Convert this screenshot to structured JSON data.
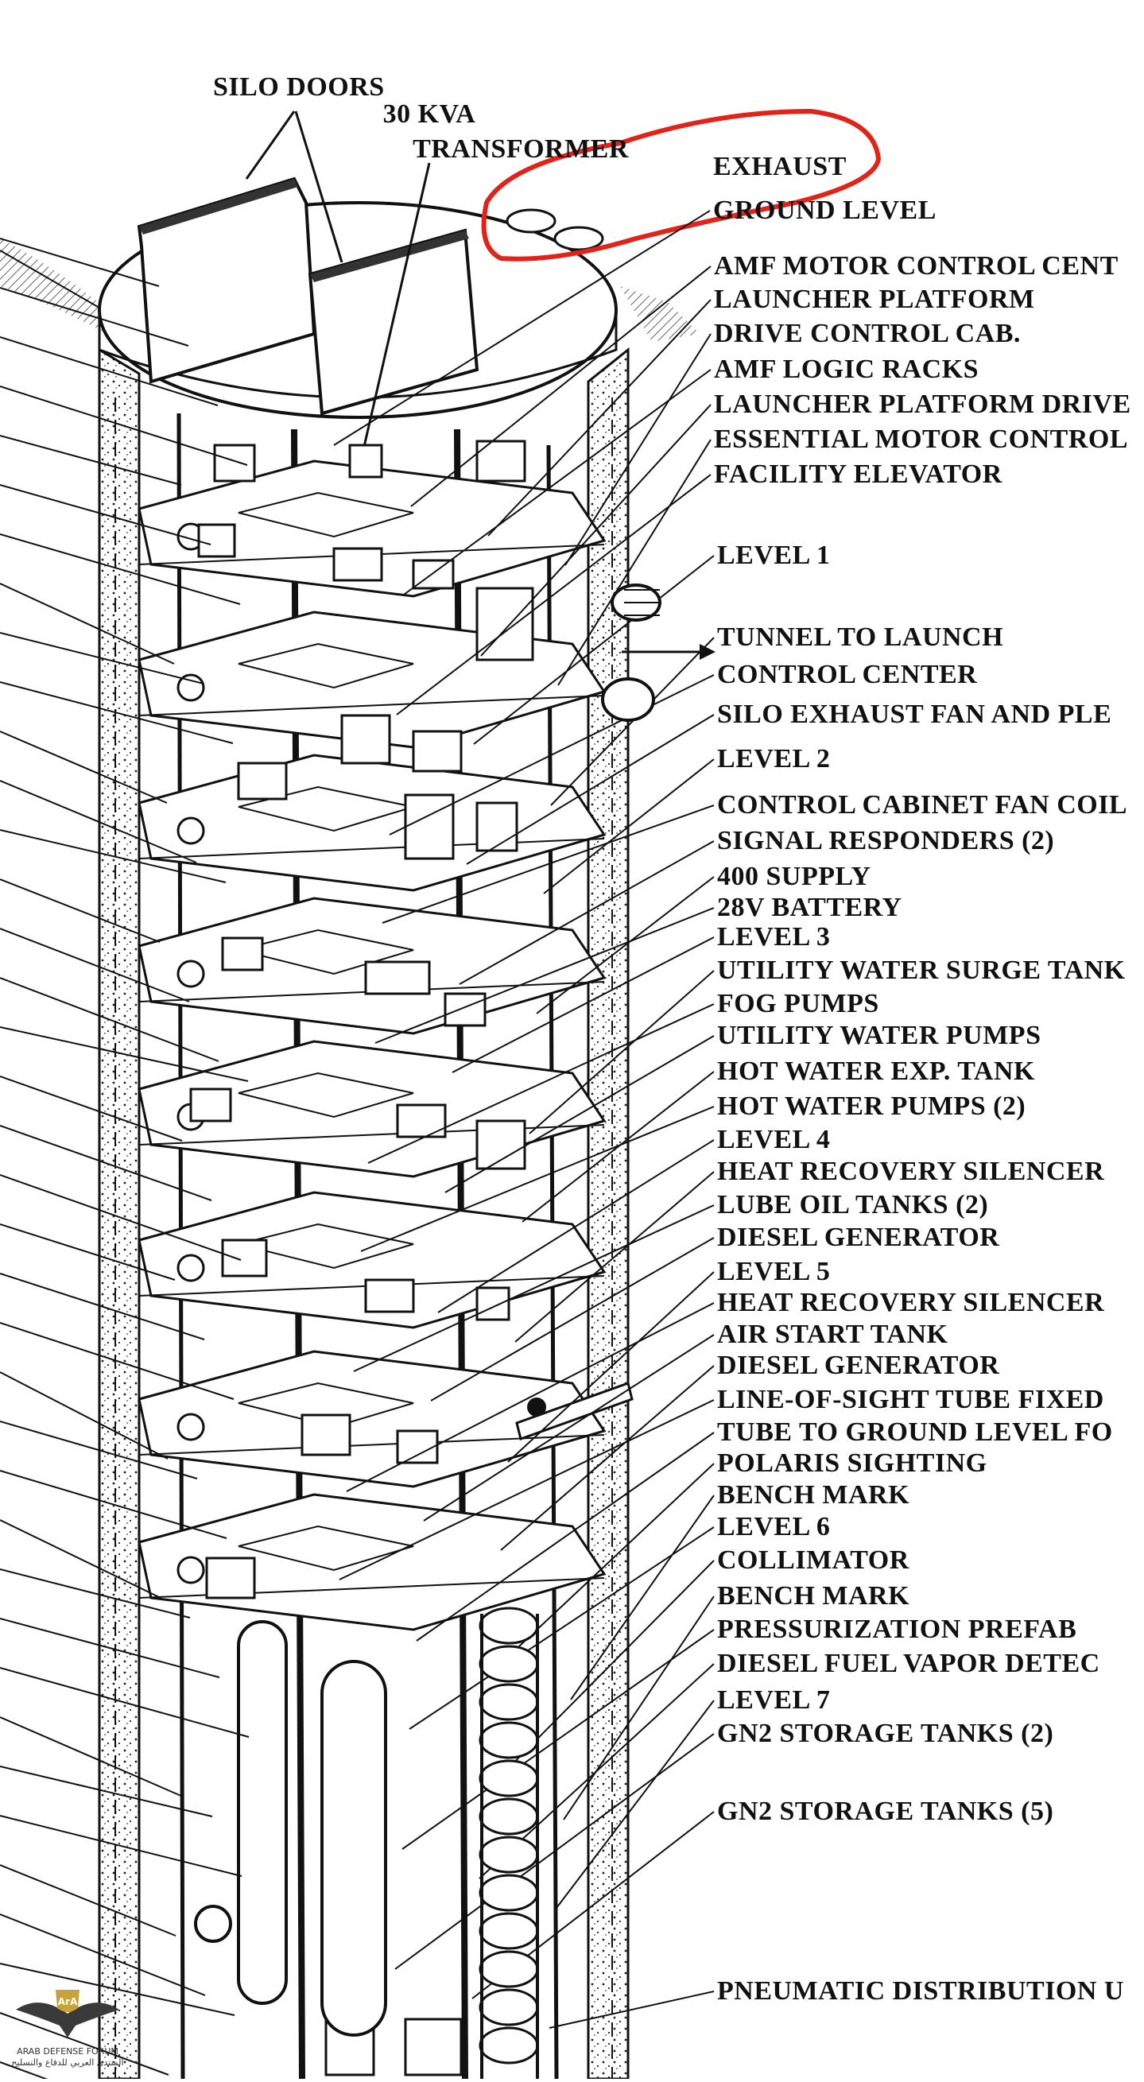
{
  "diagram": {
    "top_labels": {
      "silo_doors": "SILO DOORS",
      "transformer_line1": "30 KVA",
      "transformer_line2": "TRANSFORMER"
    },
    "annotation": {
      "text": "EXHAUST",
      "stroke_color": "#e2231a"
    },
    "right_labels": [
      "GROUND LEVEL",
      "AMF MOTOR CONTROL CENT",
      "LAUNCHER PLATFORM",
      "DRIVE CONTROL CAB.",
      "AMF LOGIC RACKS",
      "LAUNCHER PLATFORM DRIVE",
      "ESSENTIAL MOTOR CONTROL",
      "FACILITY ELEVATOR",
      "LEVEL 1",
      "TUNNEL TO LAUNCH",
      "CONTROL CENTER",
      "SILO EXHAUST FAN AND PLE",
      "LEVEL 2",
      "CONTROL CABINET FAN COIL",
      "SIGNAL RESPONDERS (2)",
      "400 SUPPLY",
      "28V BATTERY",
      "LEVEL 3",
      "UTILITY WATER SURGE TANK",
      "FOG PUMPS",
      "UTILITY WATER PUMPS",
      "HOT WATER EXP.  TANK",
      "HOT WATER PUMPS (2)",
      "LEVEL 4",
      "HEAT RECOVERY SILENCER",
      "LUBE OIL TANKS (2)",
      "DIESEL GENERATOR",
      "LEVEL 5",
      "HEAT RECOVERY SILENCER",
      "AIR START TANK",
      "DIESEL GENERATOR",
      "LINE-OF-SIGHT TUBE FIXED",
      "TUBE TO GROUND LEVEL FO",
      "POLARIS SIGHTING",
      "BENCH MARK",
      "LEVEL 6",
      "COLLIMATOR",
      "BENCH MARK",
      "PRESSURIZATION PREFAB",
      "DIESEL FUEL VAPOR DETEC",
      "LEVEL 7",
      "GN2 STORAGE TANKS (2)",
      "GN2 STORAGE TANKS (5)",
      "PNEUMATIC DISTRIBUTION U"
    ],
    "watermark": {
      "line1": "ARAB DEFENSE FORUM",
      "line2": "المنتدى العربي للدفاع والتسليح"
    }
  }
}
